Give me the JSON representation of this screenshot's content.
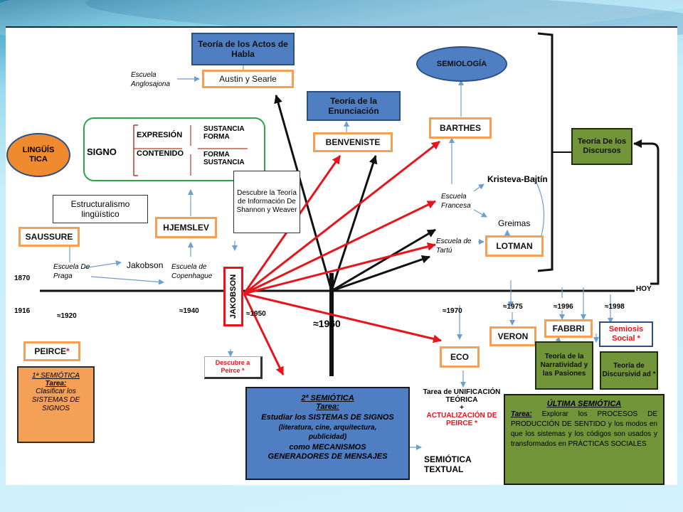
{
  "colors": {
    "accent_orange": "#f5a057",
    "accent_blue": "#4f7ec2",
    "accent_green": "#73953a",
    "accent_red": "#e8141b"
  },
  "nodes": {
    "actos_habla": "Teoría de los Actos de Habla",
    "austin": "Austin y Searle",
    "escuela_anglo": "Escuela Anglosajona",
    "enunciacion": "Teoría de la Enunciación",
    "benveniste": "BENVENISTE",
    "semiologia": "SEMIOLOGÍA",
    "barthes": "BARTHES",
    "teoria_discursos": "Teoría De los Discursos",
    "linguistica": "LINGÜÍS TICA",
    "signo": "SIGNO",
    "expresion": "EXPRESIÓN",
    "contenido": "CONTENIDO",
    "sust_forma": "SUSTANCIA FORMA",
    "forma_sust": "FORMA SUSTANCIA",
    "descubre_teoria": "Descubre la Teoría de Información De Shannon y Weaver",
    "estructuralismo": "Estructuralismo lingüístico",
    "hjemslev": "HJEMSLEV",
    "saussure": "SAUSSURE",
    "escuela_praga": "Escuela De Praga",
    "jakobson_txt": "Jakobson",
    "escuela_copen": "Escuela de Copenhague",
    "jakobson_box": "JAKOBSON",
    "escuela_francesa": "Escuela Francesa",
    "kristeva": "Kristeva-Bajtín",
    "greimas": "Greimas",
    "escuela_tartu": "Escuela de Tartú",
    "lotman": "LOTMAN",
    "eco": "ECO",
    "veron": "VERON",
    "fabbri": "FABBRI",
    "semiosis": "Semiosis Social *",
    "pasiones": "Teoría de la Narratividad y las Pasiones",
    "discursividad": "Teoría de Discursivid ad *",
    "peirce": "PEIRCE",
    "peirce_star": "*",
    "descubre_peirce": "Descubre a Peirce *",
    "tarea_unif_1": "Tarea de UNIFICACIÓN TEÓRICA",
    "tarea_unif_plus": "+",
    "tarea_unif_2": "ACTUALIZACIÓN DE PEIRCE *",
    "semiotica_textual": "SEMIÓTICA TEXTUAL"
  },
  "timeline": {
    "y1870": "1870",
    "y1916": "1916",
    "y1920": "≈1920",
    "y1940": "≈1940",
    "y1950": "≈1950",
    "y1960": "≈1960",
    "y1970": "≈1970",
    "y1975": "≈1975",
    "y1996": "≈1996",
    "y1998": "≈1998",
    "hoy": "HOY"
  },
  "primera": {
    "title": "1ª SEMIÓTICA",
    "tarea": "Tarea:",
    "body": "Clasificar los SISTEMAS DE SIGNOS"
  },
  "segunda": {
    "title": "2ª SEMIÓTICA",
    "tarea": "Tarea:",
    "l1": "Estudiar los SISTEMAS DE SIGNOS",
    "l2": "(literatura, cine, arquitectura, publicidad)",
    "l3": "como MECANISMOS GENERADORES DE MENSAJES"
  },
  "ultima": {
    "title": "ÚLTIMA SEMIÓTICA",
    "tarea": "Tarea:",
    "body": "Explorar los PROCESOS DE PRODUCCIÓN DE SENTIDO y los modos en que los sistemas y los códigos son usados y transformados en PRÁCTICAS SOCIALES"
  }
}
